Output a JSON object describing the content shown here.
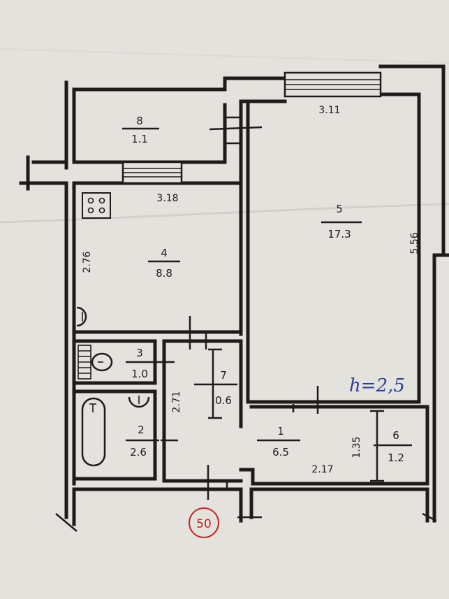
{
  "rooms": [
    {
      "number": "8",
      "area": "1.1"
    },
    {
      "number": "5",
      "area": "17.3"
    },
    {
      "number": "4",
      "area": "8.8"
    },
    {
      "number": "3",
      "area": "1.0"
    },
    {
      "number": "7",
      "area": "0.6"
    },
    {
      "number": "2",
      "area": "2.6"
    },
    {
      "number": "1",
      "area": "6.5"
    },
    {
      "number": "6",
      "area": "1.2"
    }
  ],
  "dimensions": {
    "room5_width": "3.11",
    "room5_length": "5.56",
    "room4_width": "3.18",
    "room4_length": "2.76",
    "corridor_length": "2.71",
    "room1_width": "2.17",
    "room6_length": "1.35"
  },
  "ceiling_height": "h=2,5",
  "apartment_number": "50",
  "colors": {
    "paper": "#e4e2dd",
    "ink": "#1e1c1a",
    "pen_blue": "#2a3f9a",
    "stamp_red": "#c8201e"
  }
}
